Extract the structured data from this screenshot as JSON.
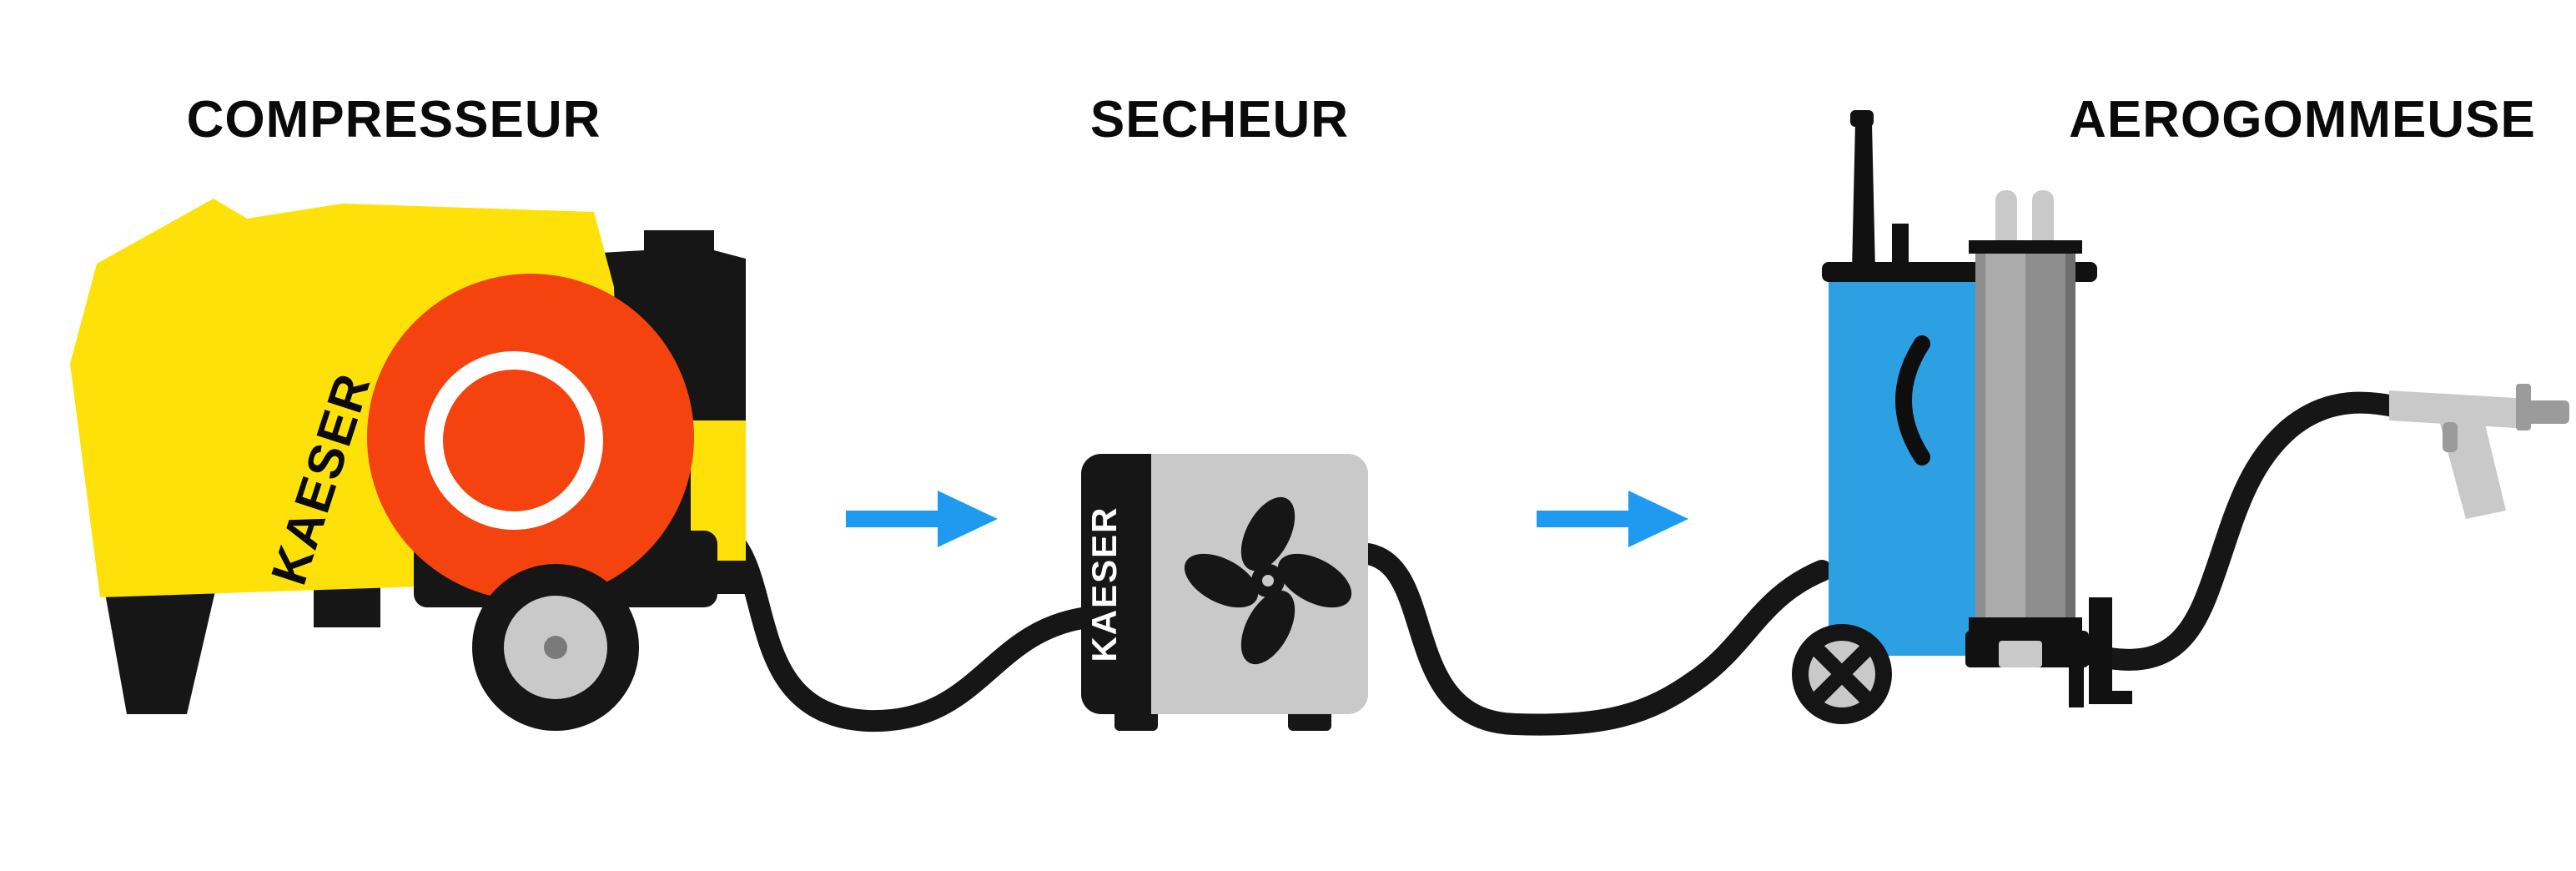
{
  "labels": {
    "compressor": "COMPRESSEUR",
    "dryer": "SECHEUR",
    "blaster": "AEROGOMMEUSE"
  },
  "brand": {
    "compressor": "KAESER",
    "dryer": "KAESER"
  },
  "colors": {
    "yellow": "#FFE10A",
    "orange": "#F4430F",
    "arrow_blue": "#1E9BF0",
    "machine_blue": "#2D9FE3",
    "light_gray": "#C9C9C9",
    "mid_gray": "#8E8E8E",
    "dark_gray": "#9B9B9B",
    "black": "#161616",
    "white": "#FFFFFF"
  }
}
